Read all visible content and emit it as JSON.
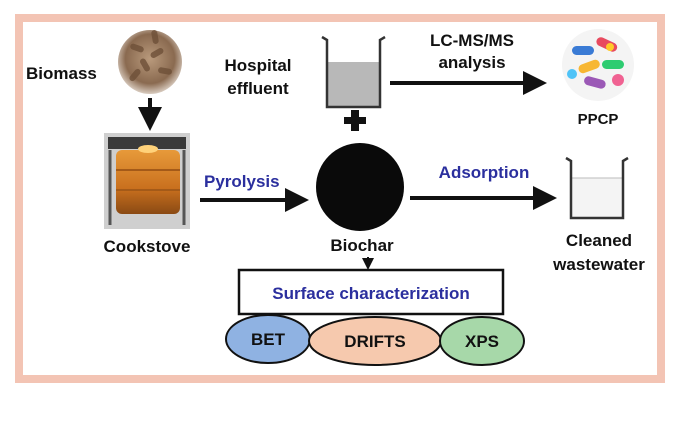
{
  "labels": {
    "biomass": "Biomass",
    "hospital_effluent_line1": "Hospital",
    "hospital_effluent_line2": "effluent",
    "lcms_line1": "LC-MS/MS",
    "lcms_line2": "analysis",
    "ppcp": "PPCP",
    "cookstove": "Cookstove",
    "pyrolysis": "Pyrolysis",
    "biochar": "Biochar",
    "adsorption": "Adsorption",
    "cleaned_line1": "Cleaned",
    "cleaned_line2": "wastewater",
    "surface_characterization": "Surface characterization",
    "bet": "BET",
    "drifts": "DRIFTS",
    "xps": "XPS"
  },
  "colors": {
    "frame_border": "#f3c4b4",
    "process_text": "#2b2f9e",
    "black_text": "#111111",
    "bet_fill": "#8fb2e2",
    "drifts_fill": "#f6c9ae",
    "xps_fill": "#a7d8a9",
    "stove_orange": "#c9701e",
    "biomass_brown": "#8a6a50"
  },
  "icons": {
    "biomass": "biomass-pellets-icon",
    "effluent": "beaker-icon",
    "ppcp": "pills-icon",
    "cookstove": "cookstove-icon",
    "biochar": "biochar-circle-icon",
    "cleaned": "beaker-icon"
  }
}
